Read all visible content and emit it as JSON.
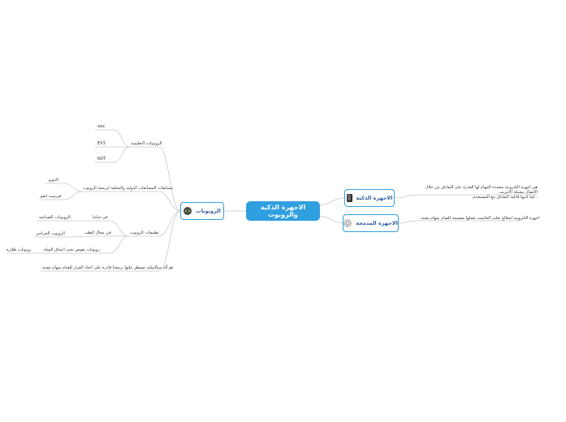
{
  "central": "الاجهزة الذكية والروبوت",
  "smart_devices": {
    "title": "الاجهزة الذكية",
    "icon": "tablet-icon",
    "definition_line1": "هي اجهزة الكترونية متعددة المهام لها القدرة على التفاعل من خلال الاتصال بشبكة الانترنت",
    "definition_line2": "كما لديها قابلية التفاعل مع المستخدم ."
  },
  "embedded_devices": {
    "title": "الاجهزة المدمجة",
    "icon": "disc-icon",
    "definition": "اجهزة الكترونية لمعالج تغلب الحاسب بعملها مصممة للقيام بمهام معينة"
  },
  "robots": {
    "title": "الروبوتات",
    "icon": "robot-icon",
    "educational": {
      "label": "الروبوتات التعليمية",
      "items": [
        "vex",
        "EV3",
        "NXT"
      ]
    },
    "competitions": {
      "label": "مسابقات المسابقات الدولية والمحلية لبرمجة الروبوت",
      "items": [
        "الدوبو",
        "فيرست ليغو"
      ]
    },
    "applications": {
      "label": "تطبيقات الروبوت",
      "in_life": {
        "label": "في حياتنا",
        "items": [
          "الروبوتات الصناعية"
        ]
      },
      "in_medicine": {
        "label": "في مجال الطب",
        "items": [
          "الروبوت الجراحي"
        ]
      },
      "explore": {
        "label": "روبوتات تغوص تحت اعماق المياه",
        "items": [
          "روبوتات طائرة"
        ]
      }
    },
    "definition": "هو آلة ميكانيكية تسيطر عليها برمجيا قادرة على اتخاذ القرار للقيام بمهام معينة"
  },
  "colors": {
    "accent": "#2f9fe0",
    "main_text": "#2f5f9f",
    "connector": "#c9c9c9"
  }
}
